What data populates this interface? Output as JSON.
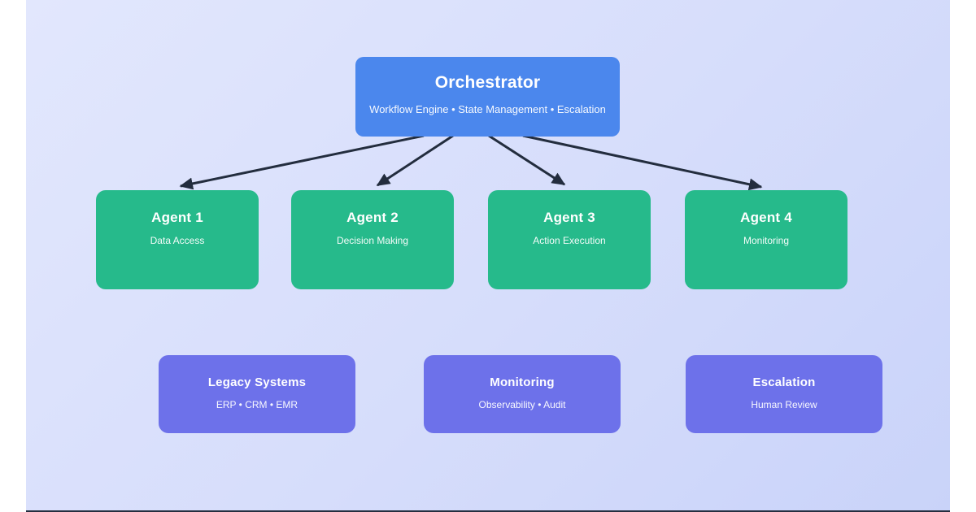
{
  "colors": {
    "bg_start": "#e2e7fd",
    "bg_mid": "#d6ddfb",
    "bg_end": "#c9d3f9",
    "orchestrator": "#4b87ed",
    "agent": "#26ba8b",
    "support": "#6d71ea",
    "arrow": "#232d3e",
    "edge": "#252e3f"
  },
  "orchestrator": {
    "title": "Orchestrator",
    "subtitle": "Workflow Engine • State Management • Escalation"
  },
  "agents": [
    {
      "title": "Agent 1",
      "subtitle": "Data Access"
    },
    {
      "title": "Agent 2",
      "subtitle": "Decision Making"
    },
    {
      "title": "Agent 3",
      "subtitle": "Action Execution"
    },
    {
      "title": "Agent 4",
      "subtitle": "Monitoring"
    }
  ],
  "support_systems": [
    {
      "title": "Legacy Systems",
      "subtitle": "ERP • CRM • EMR"
    },
    {
      "title": "Monitoring",
      "subtitle": "Observability • Audit"
    },
    {
      "title": "Escalation",
      "subtitle": "Human Review"
    }
  ]
}
